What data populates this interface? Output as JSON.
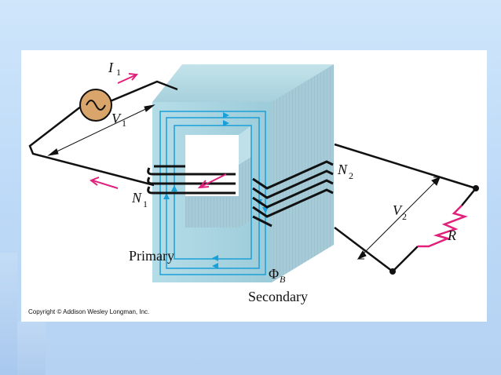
{
  "diagram": {
    "labels": {
      "i1": "I",
      "i1_sub": "1",
      "v1": "V",
      "v1_sub": "1",
      "n1": "N",
      "n1_sub": "1",
      "n2": "N",
      "n2_sub": "2",
      "v2": "V",
      "v2_sub": "2",
      "r": "R",
      "phi": "Φ",
      "phi_sub": "B",
      "primary": "Primary",
      "secondary": "Secondary"
    },
    "copyright": "Copyright © Addison Wesley Longman, Inc."
  },
  "colors": {
    "core_front": "#a9d4e0",
    "core_side": "#8fb9c8",
    "core_top": "#b9dde6",
    "flux_lines": "#1aa0d8",
    "current_arrows": "#e0207a",
    "resistor": "#e0207a",
    "source": "#d9a56a",
    "wire": "#111111"
  }
}
